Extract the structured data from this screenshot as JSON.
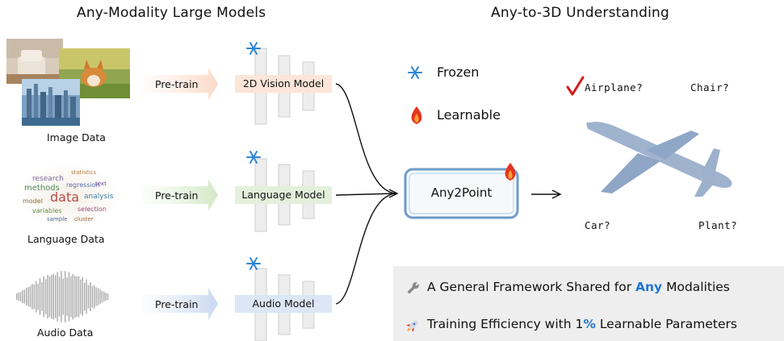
{
  "headings": {
    "left": "Any-Modality Large Models",
    "right": "Any-to-3D Understanding"
  },
  "modalities": [
    {
      "data_label": "Image Data",
      "pretrain": "Pre-train",
      "model": "2D Vision Model",
      "model_color": "#fde5d8",
      "arrow_color": "#fde5d8"
    },
    {
      "data_label": "Language Data",
      "pretrain": "Pre-train",
      "model": "Language Model",
      "model_color": "#e3f0dc",
      "arrow_color": "#e3f0dc"
    },
    {
      "data_label": "Audio Data",
      "pretrain": "Pre-train",
      "model": "Audio Model",
      "model_color": "#dce6f5",
      "arrow_color": "#dce6f5"
    }
  ],
  "legend": {
    "frozen": "Frozen",
    "learnable": "Learnable"
  },
  "core": {
    "name": "Any2Point"
  },
  "classes": {
    "airplane": "Airplane?",
    "chair": "Chair?",
    "car": "Car?",
    "plant": "Plant?"
  },
  "highlights": {
    "line1": {
      "prefix": "A General Framework Shared for ",
      "accent": "Any",
      "suffix": " Modalities"
    },
    "line2": {
      "prefix": "Training Efficiency with 1",
      "accent": "%",
      "suffix": " Learnable Parameters"
    }
  },
  "colors": {
    "accent": "#1f78d6",
    "snowflake": "#2e86d6",
    "flame": "#e5341d",
    "check": "#d41a1a",
    "any2point_fill": "#f6f9fc",
    "any2point_border": "#6f9cc8",
    "panel": "#eeeeee"
  },
  "icons": [
    "snowflake-icon",
    "flame-icon",
    "check-icon",
    "wrench-icon",
    "rocket-icon"
  ]
}
